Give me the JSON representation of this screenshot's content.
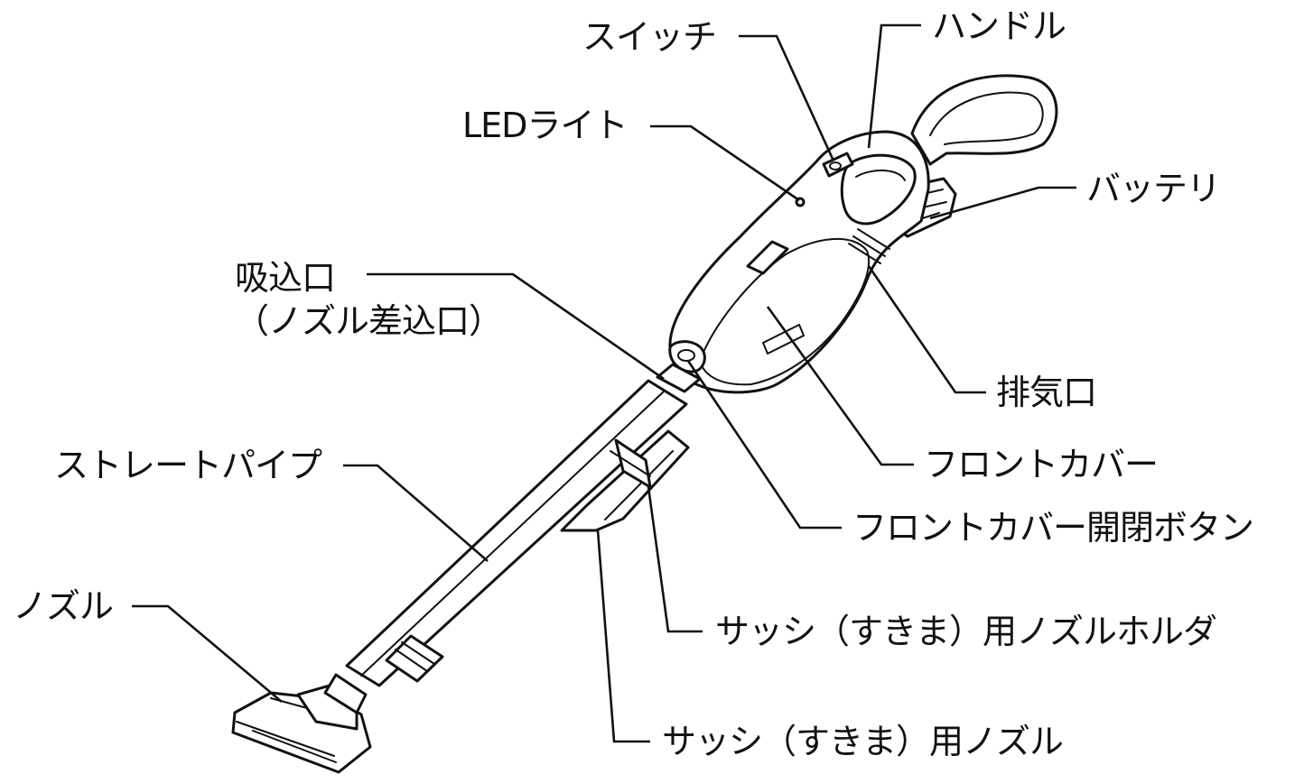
{
  "labels": {
    "switch": "スイッチ",
    "handle": "ハンドル",
    "led_light": "LEDライト",
    "battery": "バッテリ",
    "suction_port": "吸込口\n（ノズル差込口）",
    "exhaust_port": "排気口",
    "front_cover": "フロントカバー",
    "front_cover_button": "フロントカバー開閉ボタン",
    "straight_pipe": "ストレートパイプ",
    "crevice_holder": "サッシ（すきま）用ノズルホルダ",
    "nozzle": "ノズル",
    "crevice_nozzle": "サッシ（すきま）用ノズル"
  }
}
